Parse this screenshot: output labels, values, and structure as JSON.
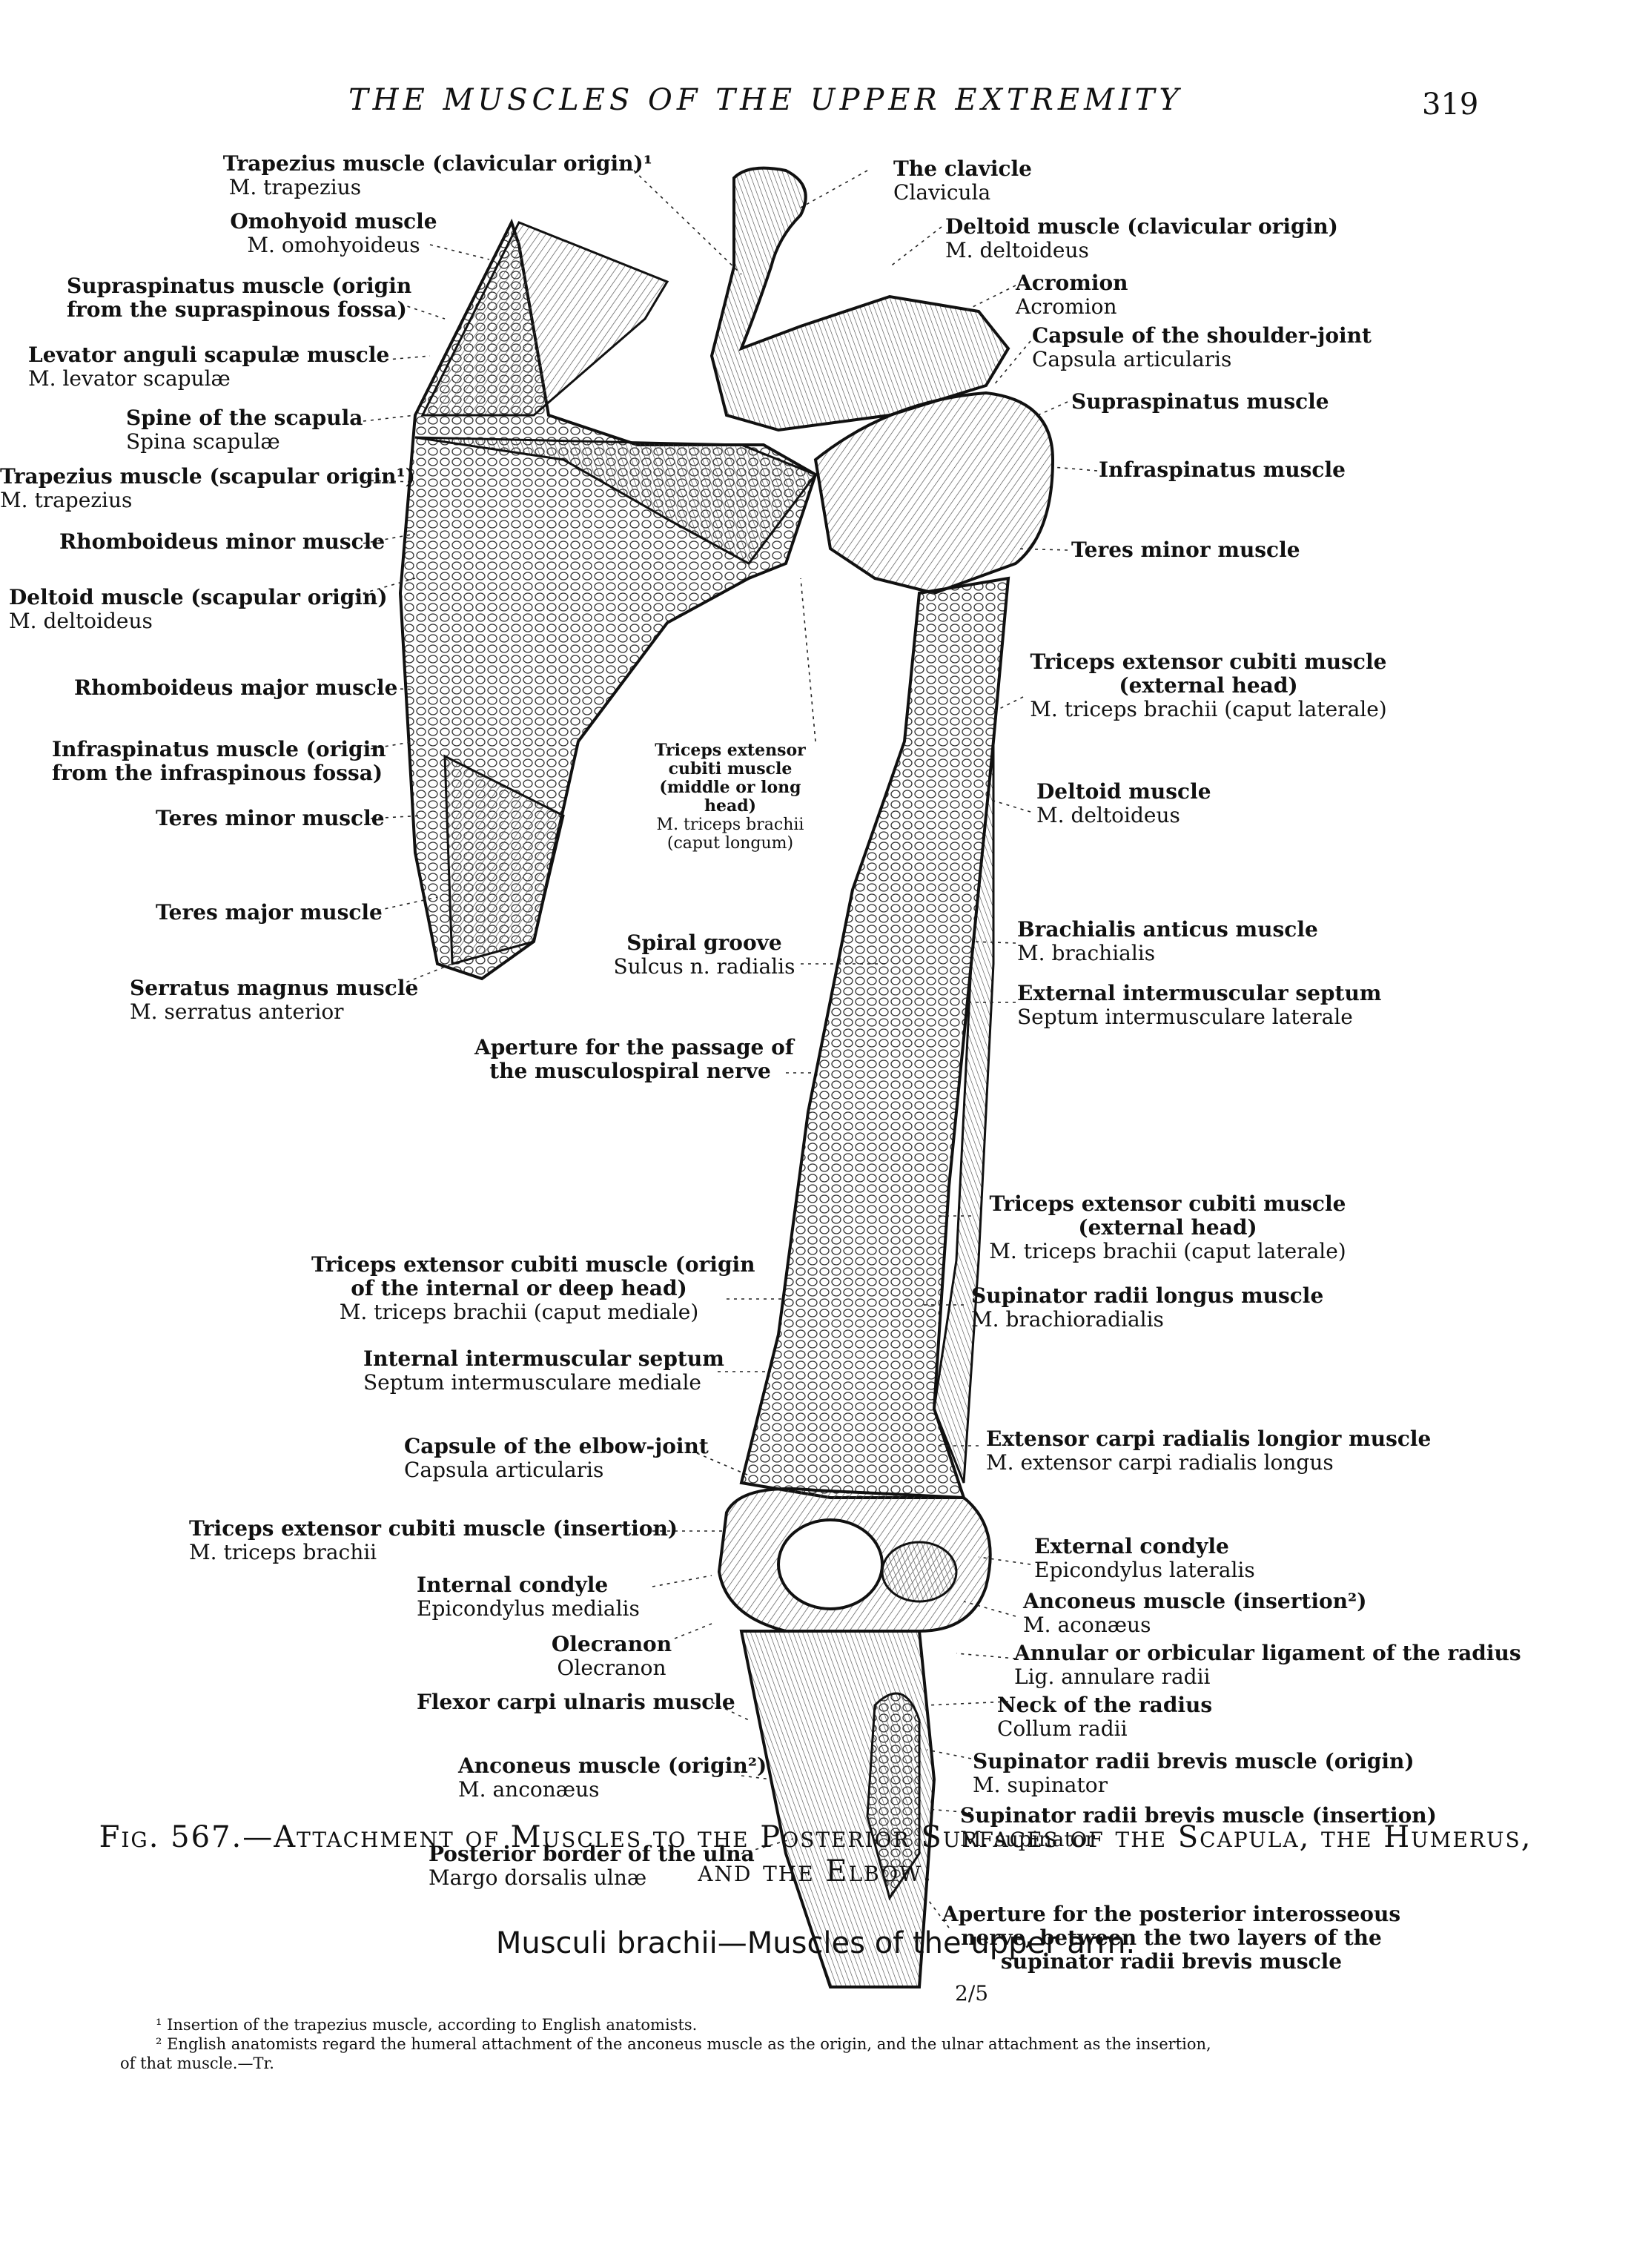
{
  "header": {
    "title": "THE MUSCLES OF THE UPPER EXTREMITY",
    "page_number": "319"
  },
  "labels_left": [
    {
      "en": "Trapezius muscle (clavicular origin)¹",
      "la": "M. trapezius"
    },
    {
      "en": "Omohyoid muscle",
      "la": "M. omohyoideus"
    },
    {
      "en": "Supraspinatus muscle (origin",
      "la": "from the supraspinous fossa)"
    },
    {
      "en": "Levator anguli scapulæ muscle",
      "la": "M. levator scapulæ"
    },
    {
      "en": "Spine of the scapula",
      "la": "Spina scapulæ"
    },
    {
      "en": "Trapezius muscle (scapular origin¹)",
      "la": "M. trapezius"
    },
    {
      "en": "Rhomboideus minor muscle",
      "la": ""
    },
    {
      "en": "Deltoid muscle (scapular origin)",
      "la": "M. deltoideus"
    },
    {
      "en": "Rhomboideus major muscle",
      "la": ""
    },
    {
      "en": "Infraspinatus muscle (origin",
      "la": "from the infraspinous fossa)"
    },
    {
      "en": "Teres minor muscle",
      "la": ""
    },
    {
      "en": "Teres major muscle",
      "la": ""
    },
    {
      "en": "Serratus magnus muscle",
      "la": "M. serratus anterior"
    }
  ],
  "labels_center": [
    {
      "en": "Triceps extensor cubiti muscle (middle or long head)",
      "la": "M. triceps brachii (caput longum)"
    },
    {
      "en": "Spiral groove",
      "la": "Sulcus n. radialis"
    },
    {
      "en": "Aperture for the passage of",
      "la": "the musculospiral nerve"
    },
    {
      "en": "Triceps extensor cubiti muscle (origin",
      "en2": "of the internal or deep head)",
      "la": "M. triceps brachii (caput mediale)"
    },
    {
      "en": "Internal intermuscular septum",
      "la": "Septum intermusculare mediale"
    },
    {
      "en": "Capsule of the elbow-joint",
      "la": "Capsula articularis"
    },
    {
      "en": "Triceps extensor cubiti muscle (insertion)",
      "la": "M. triceps brachii"
    },
    {
      "en": "Internal condyle",
      "la": "Epicondylus medialis"
    },
    {
      "en": "Olecranon",
      "la": "Olecranon"
    },
    {
      "en": "Flexor carpi ulnaris muscle",
      "la": ""
    },
    {
      "en": "Anconeus muscle (origin²)",
      "la": "M. anconæus"
    },
    {
      "en": "Posterior border of the ulna",
      "la": "Margo dorsalis ulnæ"
    }
  ],
  "labels_right": [
    {
      "en": "The clavicle",
      "la": "Clavicula"
    },
    {
      "en": "Deltoid muscle (clavicular origin)",
      "la": "M. deltoideus"
    },
    {
      "en": "Acromion",
      "la": "Acromion"
    },
    {
      "en": "Capsule of the shoulder-joint",
      "la": "Capsula articularis"
    },
    {
      "en": "Supraspinatus muscle",
      "la": ""
    },
    {
      "en": "Infraspinatus muscle",
      "la": ""
    },
    {
      "en": "Teres minor muscle",
      "la": ""
    },
    {
      "en": "Triceps extensor cubiti muscle",
      "en2": "(external head)",
      "la": "M. triceps brachii (caput laterale)"
    },
    {
      "en": "Deltoid muscle",
      "la": "M. deltoideus"
    },
    {
      "en": "Brachialis anticus muscle",
      "la": "M. brachialis"
    },
    {
      "en": "External intermuscular septum",
      "la": "Septum intermusculare laterale"
    },
    {
      "en": "Triceps extensor cubiti muscle",
      "en2": "(external head)",
      "la": "M. triceps brachii (caput laterale)"
    },
    {
      "en": "Supinator radii longus muscle",
      "la": "M. brachioradialis"
    },
    {
      "en": "Extensor carpi radialis longior muscle",
      "la": "M. extensor carpi radialis longus"
    },
    {
      "en": "External condyle",
      "la": "Epicondylus lateralis"
    },
    {
      "en": "Anconeus muscle (insertion²)",
      "la": "M. aconæus"
    },
    {
      "en": "Annular or orbicular ligament of the radius",
      "la": "Lig. annulare radii"
    },
    {
      "en": "Neck of the radius",
      "la": "Collum radii"
    },
    {
      "en": "Supinator radii brevis muscle (origin)",
      "la": "M. supinator"
    },
    {
      "en": "Supinator radii brevis muscle (insertion)",
      "la": "M. supinator"
    },
    {
      "en": "Aperture for the posterior interosseous",
      "en2": "nerve, between the two layers of the",
      "en3": "supinator radii brevis muscle"
    }
  ],
  "scale": "2/5",
  "footnotes": [
    "¹ Insertion of the trapezius muscle, according to English anatomists.",
    "² English anatomists regard the humeral attachment of the anconeus muscle as the origin, and the ulnar attachment as the insertion,",
    "of that muscle.—Tr."
  ],
  "caption": {
    "line1": "Fig. 567.—Attachment of Muscles to the Posterior Surfaces of the Scapula, the Humerus,",
    "line2": "and the Elbow."
  },
  "subcaption": "Musculi brachii—Muscles of the upper arm."
}
